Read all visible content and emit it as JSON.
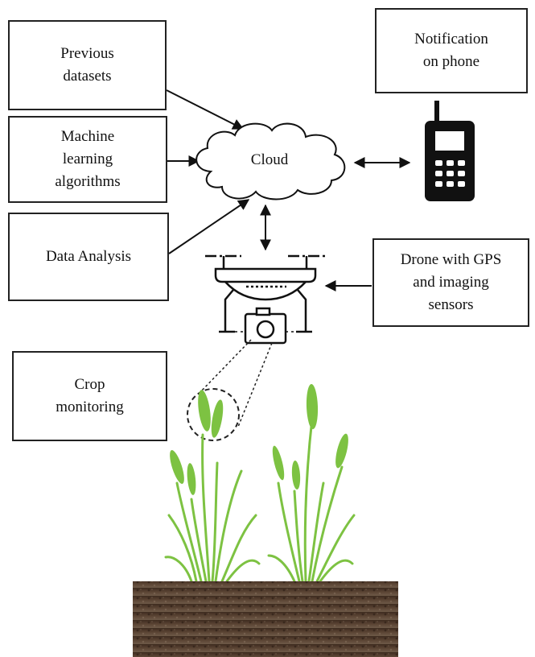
{
  "boxes": {
    "previous_datasets": [
      "Previous",
      "datasets"
    ],
    "ml_algorithms": [
      "Machine",
      "learning",
      "algorithms"
    ],
    "data_analysis": [
      "Data Analysis"
    ],
    "notification": [
      "Notification",
      "on phone"
    ],
    "drone": [
      "Drone with GPS",
      "and imaging",
      "sensors"
    ],
    "crop": [
      "Crop",
      "monitoring"
    ]
  },
  "cloud_label": "Cloud",
  "icons": {
    "phone": "mobile-phone-icon",
    "drone": "drone-icon",
    "cloud": "cloud-shape",
    "camera": "camera-icon",
    "crop": "wheat-plant-illustration",
    "soil": "soil-block"
  },
  "colors": {
    "stroke": "#111111",
    "plant_green": "#7dc242",
    "plant_dark": "#4f9a2e",
    "soil_top": "#4a3526",
    "soil_bottom": "#6b5744"
  }
}
